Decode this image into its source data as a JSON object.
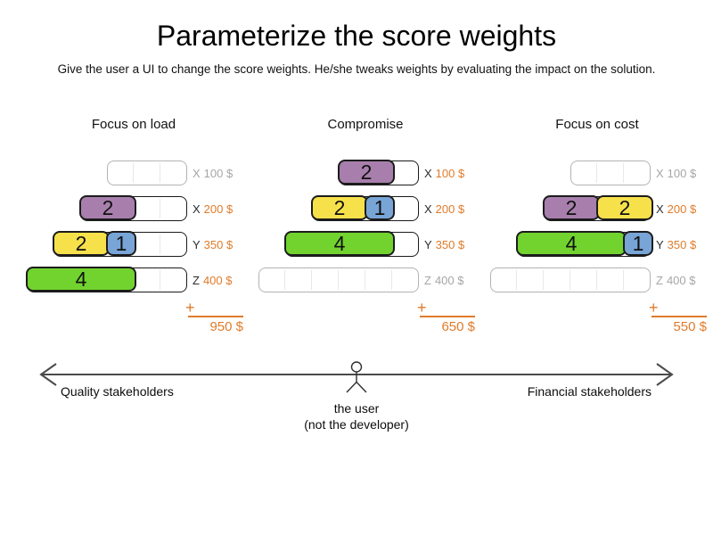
{
  "slide": {
    "title": "Parameterize the score weights",
    "subtitle": "Give the user a UI to change the score weights. He/she tweaks weights by evaluating the impact on the solution."
  },
  "colors": {
    "purple": "#a87fac",
    "yellow": "#f6e14b",
    "blue": "#78a5d6",
    "green": "#72d32f",
    "orange": "#e07b2a",
    "inactive_gray": "#a6a6a6",
    "active_letter": "#2b2b2b",
    "track_border_active": "#1a1a1a",
    "track_border_inactive": "#b3b3b3",
    "cell_divider": "#e8e8e8",
    "axis_line": "#4a4a4a"
  },
  "plus": "+",
  "columns": [
    {
      "header": "Focus on load",
      "total": "950 $",
      "rows": [
        {
          "label": "X",
          "price": "100 $",
          "capacity": 3,
          "blocks": []
        },
        {
          "label": "X",
          "price": "200 $",
          "capacity": 4,
          "blocks": [
            {
              "value": 2,
              "color": "purple"
            }
          ]
        },
        {
          "label": "Y",
          "price": "350 $",
          "capacity": 5,
          "blocks": [
            {
              "value": 2,
              "color": "yellow"
            },
            {
              "value": 1,
              "color": "blue"
            }
          ]
        },
        {
          "label": "Z",
          "price": "400 $",
          "capacity": 6,
          "blocks": [
            {
              "value": 4,
              "color": "green"
            }
          ]
        }
      ]
    },
    {
      "header": "Compromise",
      "total": "650 $",
      "rows": [
        {
          "label": "X",
          "price": "100 $",
          "capacity": 3,
          "blocks": [
            {
              "value": 2,
              "color": "purple"
            }
          ]
        },
        {
          "label": "X",
          "price": "200 $",
          "capacity": 4,
          "blocks": [
            {
              "value": 2,
              "color": "yellow"
            },
            {
              "value": 1,
              "color": "blue"
            }
          ]
        },
        {
          "label": "Y",
          "price": "350 $",
          "capacity": 5,
          "blocks": [
            {
              "value": 4,
              "color": "green"
            }
          ]
        },
        {
          "label": "Z",
          "price": "400 $",
          "capacity": 6,
          "blocks": []
        }
      ]
    },
    {
      "header": "Focus on cost",
      "total": "550 $",
      "rows": [
        {
          "label": "X",
          "price": "100 $",
          "capacity": 3,
          "blocks": []
        },
        {
          "label": "X",
          "price": "200 $",
          "capacity": 4,
          "blocks": [
            {
              "value": 2,
              "color": "purple"
            },
            {
              "value": 2,
              "color": "yellow"
            }
          ]
        },
        {
          "label": "Y",
          "price": "350 $",
          "capacity": 5,
          "blocks": [
            {
              "value": 4,
              "color": "green"
            },
            {
              "value": 1,
              "color": "blue"
            }
          ]
        },
        {
          "label": "Z",
          "price": "400 $",
          "capacity": 6,
          "blocks": []
        }
      ]
    }
  ],
  "axis": {
    "left_label": "Quality stakeholders",
    "right_label": "Financial stakeholders",
    "user_label_line1": "the user",
    "user_label_line2": "(not the developer)"
  }
}
